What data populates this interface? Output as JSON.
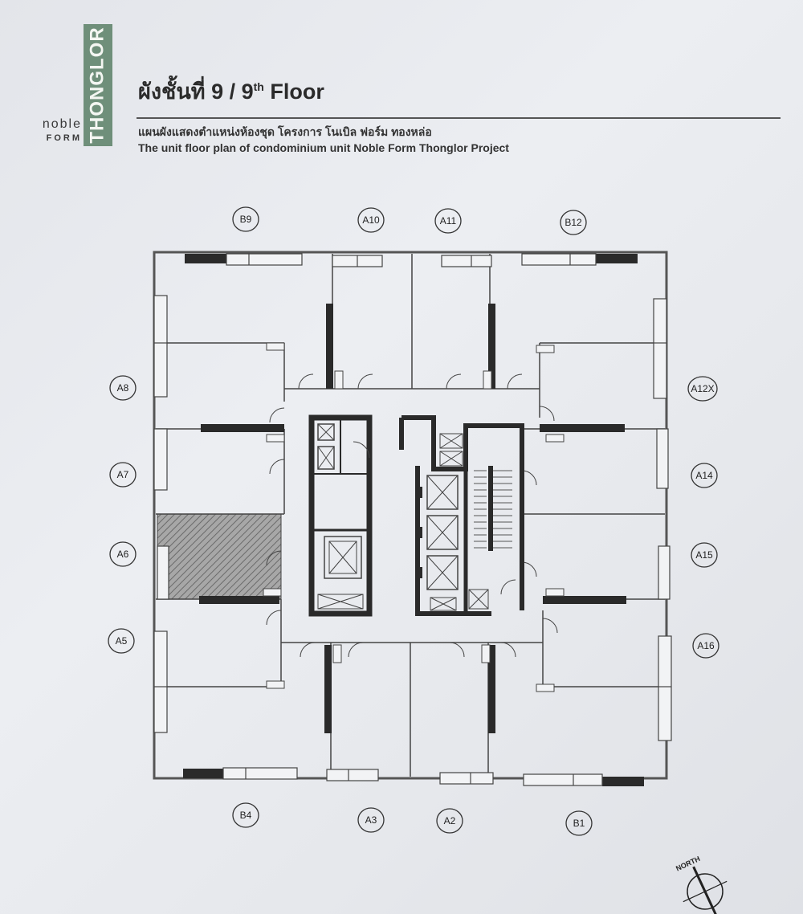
{
  "header": {
    "brand_vertical": "THONGLOR",
    "brand_noble": "noble",
    "brand_form": "FORM",
    "title_th": "ผังชั้นที่ 9 / 9",
    "title_sup": "th",
    "title_en": " Floor",
    "subtitle_th": "แผนผังแสดงตำแหน่งห้องชุด โครงการ โนเบิล ฟอร์ม ทองหล่อ",
    "subtitle_en": "The unit floor plan of condominium unit Noble Form Thonglor Project"
  },
  "units": {
    "top": [
      "B9",
      "A10",
      "A11",
      "B12"
    ],
    "left": [
      "A8",
      "A7",
      "A6",
      "A5"
    ],
    "right": [
      "A12X",
      "A14",
      "A15",
      "A16"
    ],
    "bottom": [
      "B4",
      "A3",
      "A2",
      "B1"
    ]
  },
  "highlighted_unit": "A6",
  "compass": {
    "label": "NORTH"
  },
  "colors": {
    "brand_green": "#6f8f7a",
    "wall": "#2a2a2a",
    "highlight_hatch": "#8a8a8a"
  }
}
